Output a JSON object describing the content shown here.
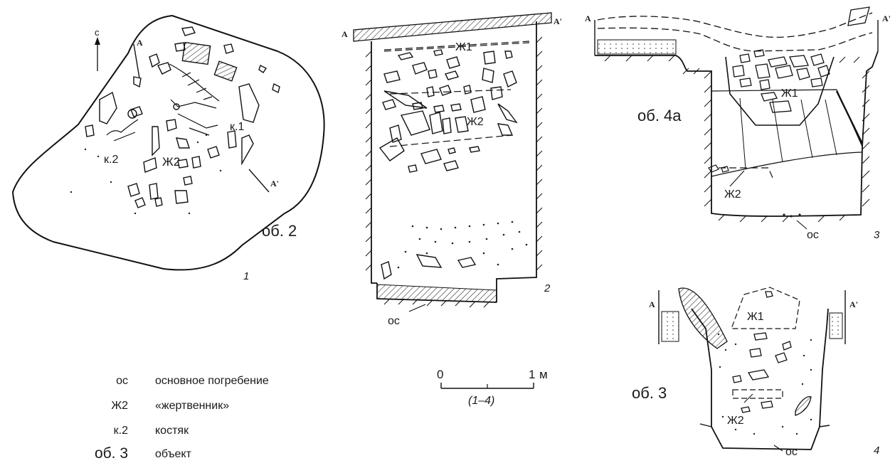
{
  "figure": {
    "panel_numbers": [
      "1",
      "2",
      "3",
      "4"
    ],
    "north": "с",
    "section_start": "A",
    "section_end": "A'",
    "plan": {
      "object": "об. 2",
      "altar": "Ж2",
      "skeleton1": "к.1",
      "skeleton2": "к.2"
    },
    "section2": {
      "altar1": "Ж1",
      "altar2": "Ж2",
      "burial": "ос"
    },
    "section3": {
      "object": "об. 4а",
      "altar1": "Ж1",
      "altar2": "Ж2",
      "burial": "ос"
    },
    "section4": {
      "object": "об. 3",
      "altar1": "Ж1",
      "altar2": "Ж2",
      "burial": "ос"
    },
    "scale": {
      "zero": "0",
      "one": "1",
      "unit": "м",
      "caption": "(1–4)"
    }
  },
  "legend": [
    {
      "abbr": "ос",
      "definition": "основное погребение"
    },
    {
      "abbr": "Ж2",
      "definition": "«жертвенник»"
    },
    {
      "abbr": "к.2",
      "definition": "костяк"
    },
    {
      "abbr": "об. 3",
      "definition": "объект"
    }
  ]
}
